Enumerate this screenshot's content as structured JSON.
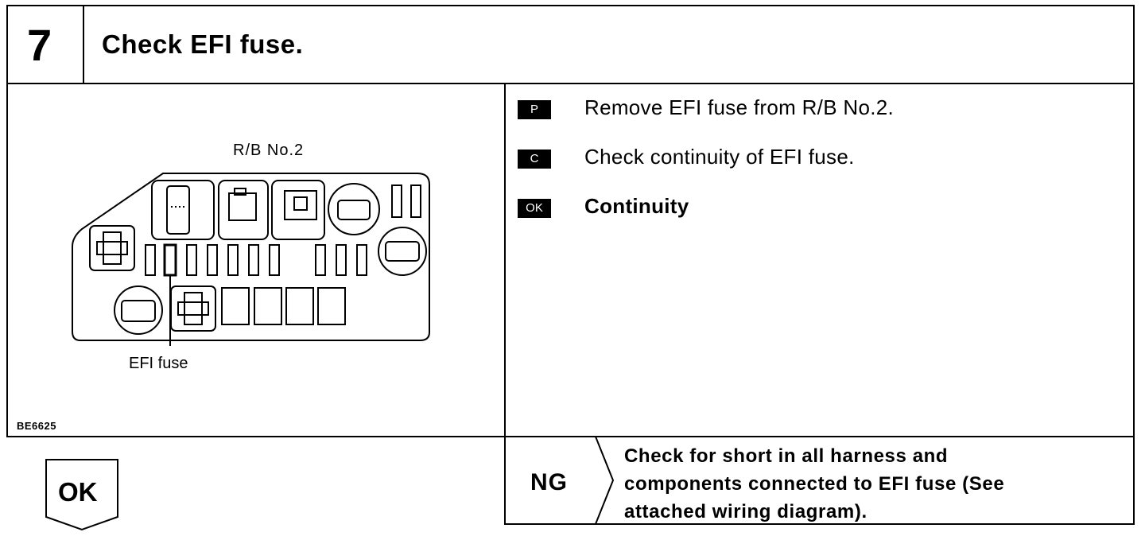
{
  "step": {
    "number": "7",
    "title": "Check EFI fuse."
  },
  "diagram": {
    "title": "R/B No.2",
    "callout": "EFI fuse",
    "code": "BE6625"
  },
  "instructions": [
    {
      "tag": "P",
      "text": "Remove EFI fuse from R/B No.2."
    },
    {
      "tag": "C",
      "text": "Check continuity of EFI fuse."
    },
    {
      "tag": "OK",
      "text": "Continuity"
    }
  ],
  "result_ok": {
    "label": "OK"
  },
  "result_ng": {
    "label": "NG",
    "lines": [
      "Check for short in all harness and",
      "components connected to EFI fuse (See",
      "attached wiring diagram)."
    ]
  }
}
